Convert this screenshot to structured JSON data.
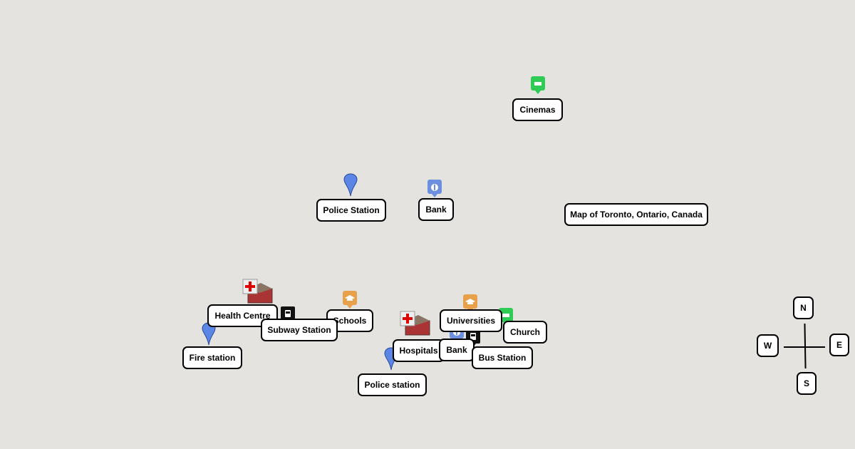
{
  "map": {
    "title": "Map of Toronto, Ontario, Canada",
    "colors": {
      "background": "#e5e3df",
      "pin": "#5b86e5",
      "cinema": "#2ecc55",
      "school": "#e8a04a",
      "bank": "#6c8fe0",
      "transit": "#111111"
    }
  },
  "places": {
    "cinemas": "Cinemas",
    "police_station_north": "Police Station",
    "bank_north": "Bank",
    "health_centre": "Health Centre",
    "subway_station": "Subway Station",
    "schools": "Schools",
    "fire_station": "Fire station",
    "hospitals": "Hospitals",
    "universities": "Universities",
    "church": "Church",
    "bank_south": "Bank",
    "bus_station": "Bus Station",
    "police_station_south": "Police station"
  },
  "compass": {
    "n": "N",
    "w": "W",
    "e": "E",
    "s": "S"
  }
}
